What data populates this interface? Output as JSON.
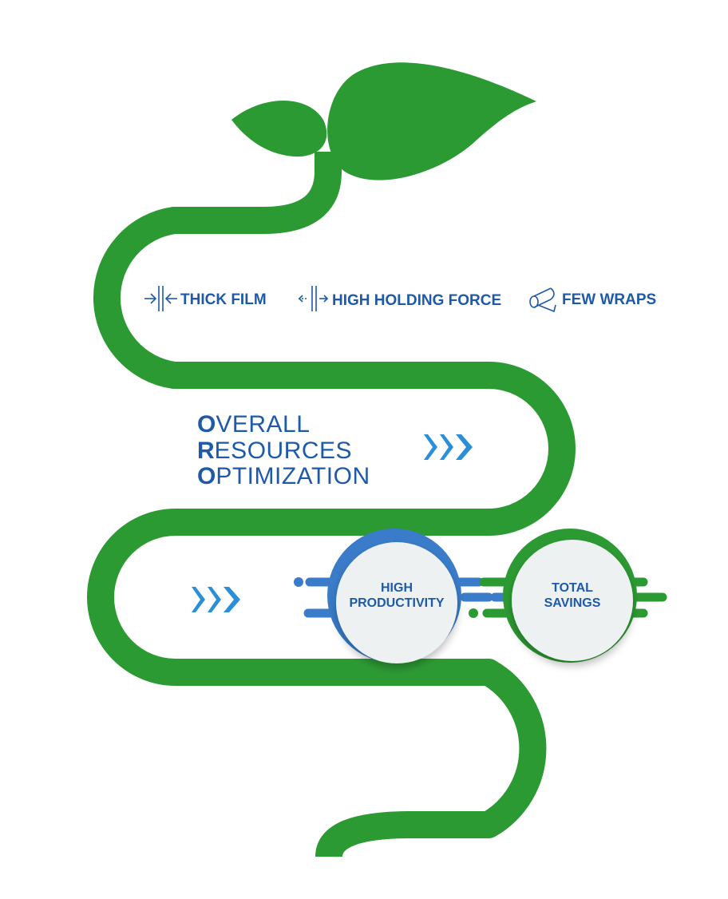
{
  "colors": {
    "green": "#2c9a33",
    "blue": "#3a7cc9",
    "text_blue": "#1e5aa8",
    "circle_fill": "#eef1f2",
    "chevron_blue": "#2a8fd8"
  },
  "features": [
    {
      "label": "THICK FILM",
      "icon": "thick-film-icon"
    },
    {
      "label": "HIGH HOLDING FORCE",
      "icon": "holding-force-icon"
    },
    {
      "label": "FEW WRAPS",
      "icon": "film-roll-icon"
    }
  ],
  "oro": [
    {
      "initial": "O",
      "rest": "VERALL"
    },
    {
      "initial": "R",
      "rest": "ESOURCES"
    },
    {
      "initial": "O",
      "rest": "PTIMIZATION"
    }
  ],
  "circles": [
    {
      "lines": [
        "HIGH",
        "PRODUCTIVITY"
      ],
      "color": "#3a7cc9"
    },
    {
      "lines": [
        "TOTAL",
        "SAVINGS"
      ],
      "color": "#2c9a33"
    }
  ],
  "icons": {
    "leaf": "leaf-icon",
    "chevrons": "chevron-right-icon"
  }
}
